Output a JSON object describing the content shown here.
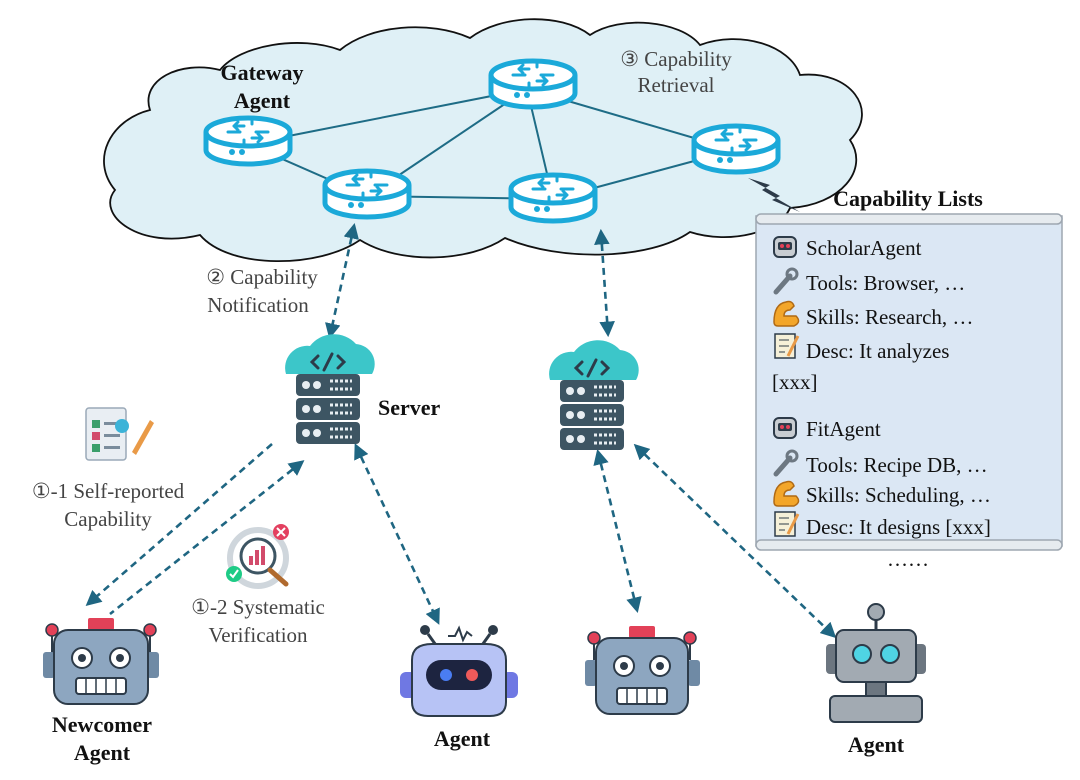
{
  "labels": {
    "gateway_line1": "Gateway",
    "gateway_line2": "Agent",
    "retrieval_line1": "③ Capability",
    "retrieval_line2": "Retrieval",
    "notification_line1": "② Capability",
    "notification_line2": "Notification",
    "server": "Server",
    "self_report_line1": "①-1 Self-reported",
    "self_report_line2": "Capability",
    "verification_line1": "①-2 Systematic",
    "verification_line2": "Verification",
    "newcomer_line1": "Newcomer",
    "newcomer_line2": "Agent",
    "agent_a": "Agent",
    "agent_b": "Agent"
  },
  "capability_lists": {
    "title": "Capability Lists",
    "entries": [
      {
        "name": "ScholarAgent",
        "tools": "Tools: Browser, …",
        "skills": "Skills: Research, …",
        "desc": "Desc: It analyzes",
        "desc_cont": "[xxx]"
      },
      {
        "name": "FitAgent",
        "tools": "Tools: Recipe DB, …",
        "skills": "Skills: Scheduling, …",
        "desc": "Desc: It designs  [xxx]"
      }
    ],
    "more": "……"
  },
  "colors": {
    "cloud_fill": "#dff0f6",
    "router": "#1ba9d9",
    "link": "#1e6c86",
    "arrow": "#1f6682",
    "server_body": "#3d5563",
    "server_cloud": "#3cc6c9",
    "robot": "#8da6c0",
    "robot_dark": "#2d3b49",
    "scroll_fill": "#dbe7f4"
  }
}
